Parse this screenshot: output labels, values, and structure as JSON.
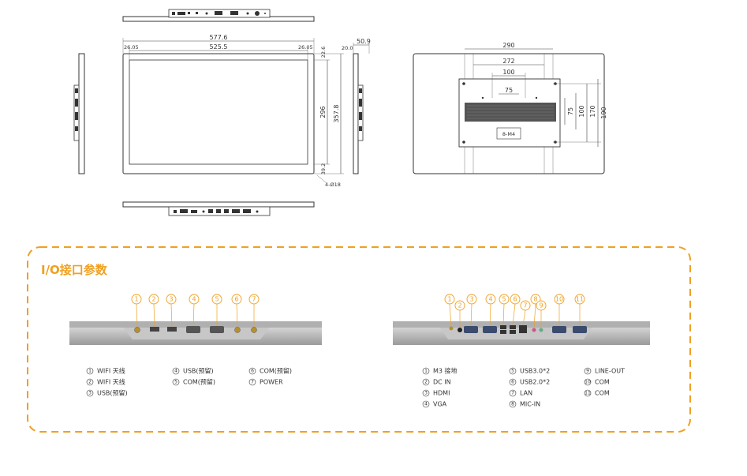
{
  "dimensions": {
    "overall_width": "577.6",
    "screen_width": "525.5",
    "margin_left": "26.05",
    "margin_right": "26.05",
    "top_margin": "22.6",
    "screen_height": "296",
    "overall_height": "357.8",
    "bottom_margin": "39.2",
    "hole_note": "4-Ø18",
    "depth": "50.9",
    "depth_front": "20.0",
    "mount_290": "290",
    "mount_272": "272",
    "mount_100": "100",
    "mount_75": "75",
    "mount_v75": "75",
    "mount_v100": "100",
    "mount_v170": "170",
    "mount_v190": "190",
    "screw_note": "8-M4"
  },
  "io_section": {
    "title": "I/O接口参数",
    "accent_color": "#f0a020",
    "left_panel": {
      "callouts": [
        "1",
        "2",
        "3",
        "4",
        "5",
        "6",
        "7"
      ],
      "legend": [
        {
          "num": "1",
          "label": "WIFI 天线"
        },
        {
          "num": "2",
          "label": "WIFI 天线"
        },
        {
          "num": "3",
          "label": "USB(预留)"
        },
        {
          "num": "4",
          "label": "USB(预留)"
        },
        {
          "num": "5",
          "label": "COM(预留)"
        },
        {
          "num": "6",
          "label": "COM(预留)"
        },
        {
          "num": "7",
          "label": "POWER"
        }
      ]
    },
    "right_panel": {
      "callouts": [
        "1",
        "2",
        "3",
        "4",
        "5",
        "6",
        "7",
        "8",
        "9",
        "10",
        "11"
      ],
      "legend": [
        {
          "num": "1",
          "label": "M3 接地"
        },
        {
          "num": "2",
          "label": "DC IN"
        },
        {
          "num": "3",
          "label": "HDMI"
        },
        {
          "num": "4",
          "label": "VGA"
        },
        {
          "num": "5",
          "label": "USB3.0*2"
        },
        {
          "num": "6",
          "label": "USB2.0*2"
        },
        {
          "num": "7",
          "label": "LAN"
        },
        {
          "num": "8",
          "label": "MIC-IN"
        },
        {
          "num": "9",
          "label": "LINE-OUT"
        },
        {
          "num": "10",
          "label": "COM"
        },
        {
          "num": "11",
          "label": "COM"
        }
      ]
    }
  }
}
